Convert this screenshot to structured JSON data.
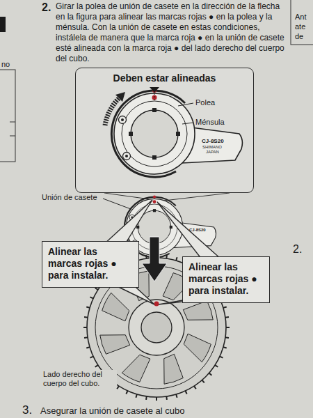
{
  "diagram": {
    "nodes": [
      {
        "text": [
          "Deben estar alineadas"
        ]
      },
      {
        "text": [
          "Alinear las marcas rojas ● para instalar."
        ]
      },
      {
        "text": [
          "Alinear las marcas rojas ● para instalar."
        ]
      }
    ],
    "labels": [
      "2.",
      "Girar la polea de unión de casete en la dirección de la flecha en la figura para alinear las marcas rojas ● en la polea y la ménsula. Con la unión de casete en estas condiciones, instálela de manera que la marca roja ● en la unión de casete esté alineada con la marca roja ● del lado derecho del cuerpo del cubo.",
      "Polea",
      "Ménsula",
      "CJ-8S20",
      "SHIMANO",
      "JAPAN",
      "Unión de casete",
      "CJ-8S20",
      "Lado derecho del cuerpo del cubo.",
      "3.",
      "Asegurar la unión de casete al cubo",
      "no",
      "Ant",
      "ate",
      "de",
      "2."
    ]
  }
}
